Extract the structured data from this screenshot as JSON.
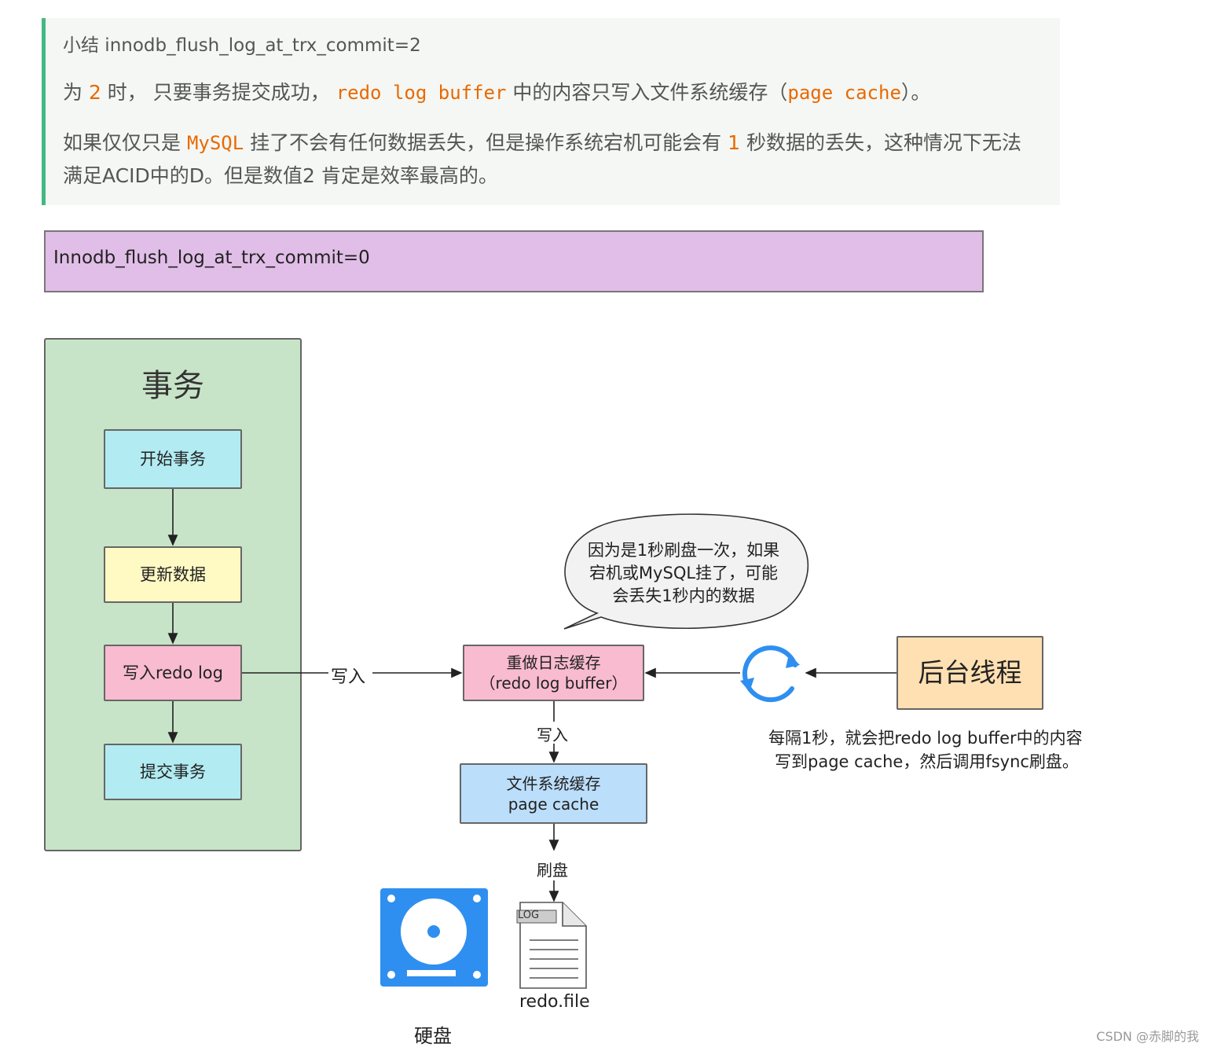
{
  "note": {
    "title": "小结 innodb_flush_log_at_trx_commit=2",
    "line2": {
      "p1": "为 ",
      "num": "2",
      "p2": " 时， 只要事务提交成功， ",
      "code1": "redo log buffer",
      "p3": " 中的内容只写入文件系统缓存（",
      "code2": "page cache",
      "p4": "）。"
    },
    "line3": {
      "p1": "如果仅仅只是 ",
      "code": "MySQL",
      "p2": " 挂了不会有任何数据丢失，但是操作系统宕机可能会有 ",
      "num": "1",
      "p3": " 秒数据的丢失，这种情况下无法满足ACID中的D。但是数值2 肯定是效率最高的。"
    }
  },
  "banner": "Innodb_flush_log_at_trx_commit=0",
  "diagram": {
    "container_title": "事务",
    "steps": [
      "开始事务",
      "更新数据",
      "写入redo log",
      "提交事务"
    ],
    "buffer_line1": "重做日志缓存",
    "buffer_line2": "（redo log buffer）",
    "page_cache_line1": "文件系统缓存",
    "page_cache_line2": "page cache",
    "write_label": "写入",
    "write_label2": "写入",
    "flush_label": "刷盘",
    "bubble": [
      "因为是1秒刷盘一次，如果",
      "宕机或MySQL挂了，可能",
      "会丢失1秒内的数据"
    ],
    "bg_thread": "后台线程",
    "bg_desc": [
      "每隔1秒，就会把redo log buffer中的内容",
      "写到page cache，然后调用fsync刷盘。"
    ],
    "disk_label": "硬盘",
    "file_label": "redo.file",
    "file_tag": "LOG"
  },
  "watermark": "CSDN @赤脚的我",
  "colors": {
    "note_border": "#42b983",
    "highlight": "#e96900",
    "banner_bg": "#e1bee7",
    "container_bg": "#c8e4c8",
    "start_box": "#b2ebf2",
    "update_box": "#fff9c4",
    "redo_box": "#f8bbd0",
    "commit_box": "#b2ebf2",
    "buffer_box": "#f8bbd0",
    "cache_box": "#bbdefb",
    "bg_thread_box": "#ffe0b2",
    "disk_blue": "#2f8ff0",
    "sync_icon": "#2f8ff0"
  }
}
